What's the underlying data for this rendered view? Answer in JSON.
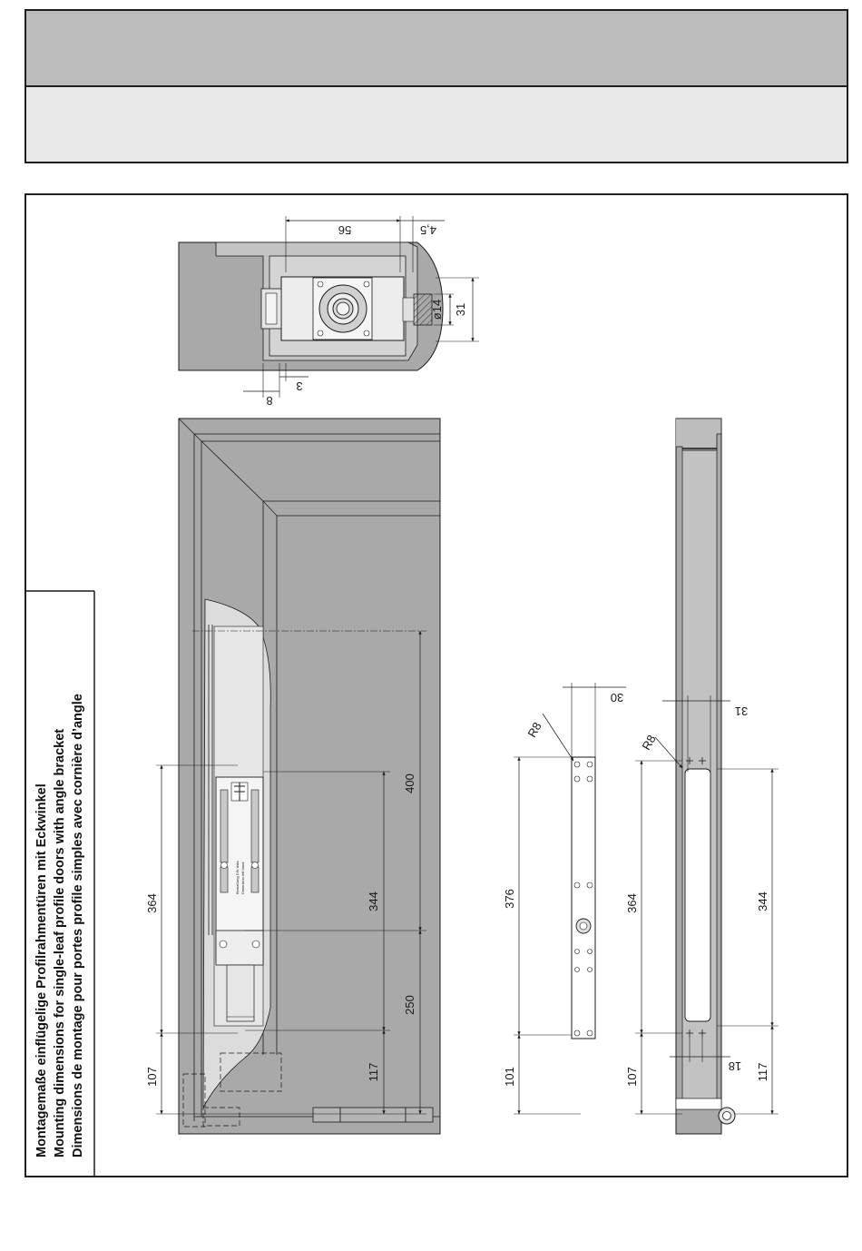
{
  "title_lines": [
    "Montagemaße einflügelige Profilrahmentüren mit Eckwinkel",
    "Mounting dimensions for single-leaf profile doors with angle bracket",
    "Dimensions de montage pour portes profile simples avec cornière d’angle"
  ],
  "section_view": {
    "dim_56": "56",
    "dim_4_5": "4,5",
    "dim_31": "31",
    "dim_dia14": "ø14",
    "dim_3": "3",
    "dim_8": "8"
  },
  "door_view": {
    "dim_400": "400",
    "dim_344": "344",
    "dim_250": "250",
    "dim_117": "117",
    "dim_364": "364",
    "dim_107": "107",
    "plate_text_1": "Bemaßung DIN links",
    "plate_text_2": "Dimension left hand"
  },
  "mounting_plate": {
    "dim_30": "30",
    "dim_R8": "R8",
    "dim_376": "376",
    "dim_101": "101"
  },
  "frame_profile": {
    "dim_31": "31",
    "dim_R8": "R8",
    "dim_364": "364",
    "dim_344": "344",
    "dim_107": "107",
    "dim_117": "117",
    "dim_18": "18"
  },
  "colors": {
    "header_dark": "#bcbcbc",
    "header_light": "#e8e8e8",
    "part_gray": "#a9a9a9",
    "light_gray": "#dcdcdc",
    "line": "#1a1a1a"
  }
}
